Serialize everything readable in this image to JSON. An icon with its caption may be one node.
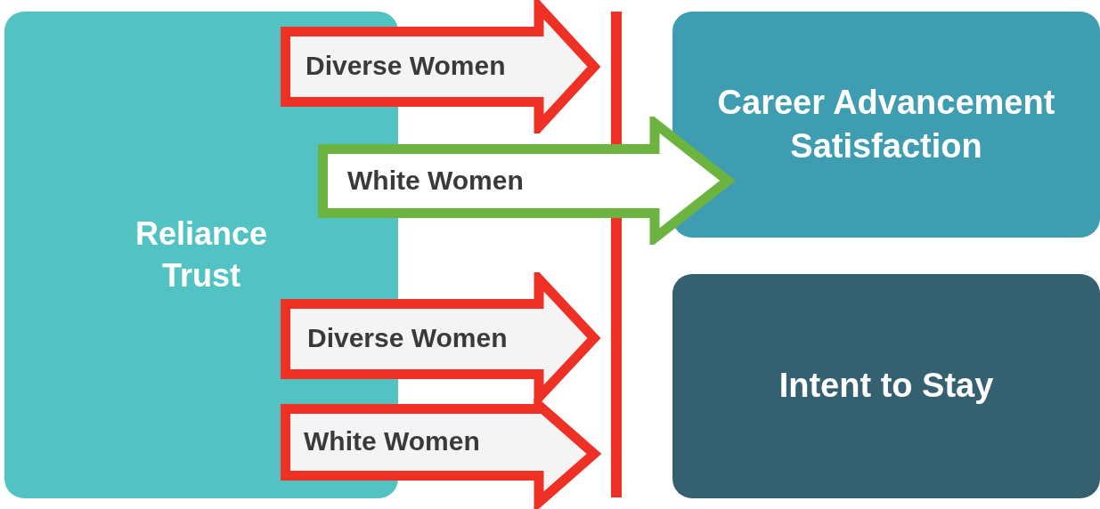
{
  "diagram": {
    "nodes": [
      {
        "text": [
          "Reliance Trust"
        ]
      },
      {
        "text": [
          "Diverse Women"
        ]
      },
      {
        "text": [
          "White Women"
        ]
      },
      {
        "text": [
          "Diverse Women"
        ]
      },
      {
        "text": [
          "White Women"
        ]
      },
      {
        "text": [
          "Career Advancement Satisfaction"
        ]
      },
      {
        "text": [
          "Intent to Stay"
        ]
      },
      {
        "text": [],
        "shape": "bar"
      }
    ]
  }
}
